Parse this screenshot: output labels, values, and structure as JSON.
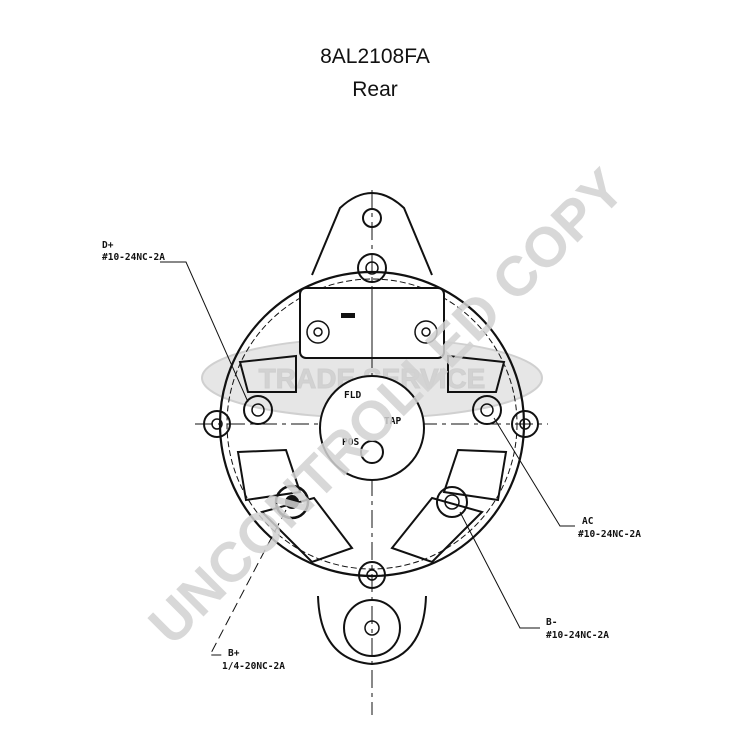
{
  "header": {
    "part_number": "8AL2108FA",
    "view": "Rear"
  },
  "callouts": {
    "d_plus": {
      "name": "D+",
      "spec": "#10-24NC-2A"
    },
    "ac": {
      "name": "AC",
      "spec": "#10-24NC-2A"
    },
    "b_minus": {
      "name": "B-",
      "spec": "#10-24NC-2A"
    },
    "b_plus": {
      "name": "B+",
      "spec": "1/4-20NC-2A"
    }
  },
  "terminal_marks": {
    "fld": "FLD",
    "tap": "TAP",
    "pos": "POS"
  },
  "watermarks": {
    "stamp": "UNCONTROLLED COPY",
    "badge": "TRADE SERVICE"
  }
}
